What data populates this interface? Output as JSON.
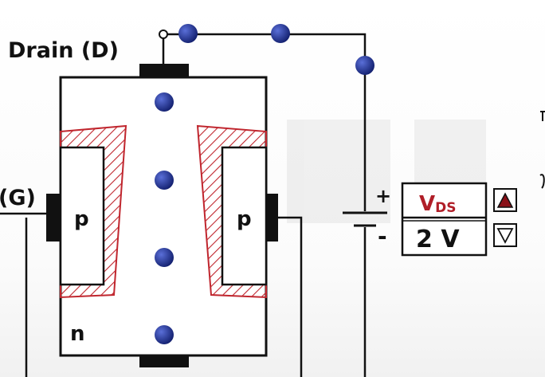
{
  "labels": {
    "drain": "Drain (D)",
    "gate": "(G)",
    "p_left": "p",
    "p_right": "p",
    "n": "n",
    "plus": "+",
    "minus": "-"
  },
  "vds": {
    "name_main": "V",
    "name_sub": "DS",
    "value": "2 V"
  },
  "controls": {
    "up_icon": "triangle-up-icon",
    "down_icon": "triangle-down-icon"
  },
  "colors": {
    "electron": "#1f2f8f",
    "depletion": "#c0262e",
    "vds_label": "#b01e28",
    "up_fill": "#8a1018"
  }
}
